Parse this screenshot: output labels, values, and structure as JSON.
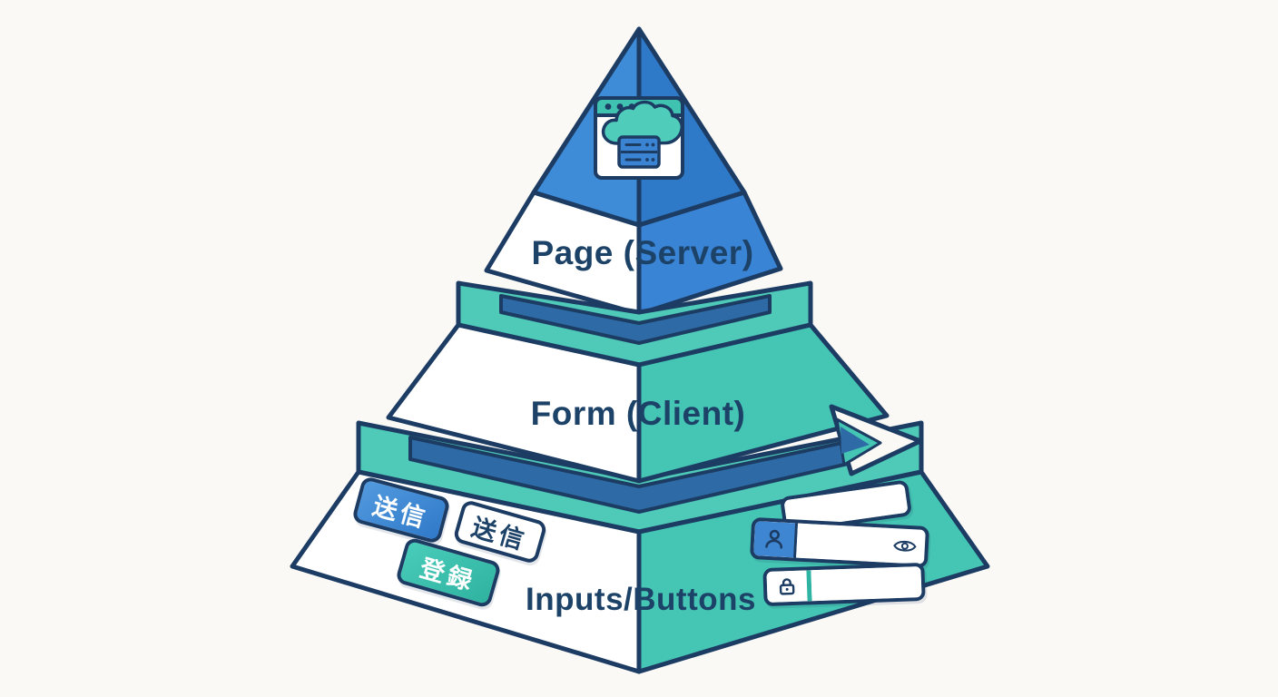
{
  "diagram": {
    "type": "layered-pyramid",
    "tiers": [
      {
        "id": "page-server",
        "label": "Page (Server)",
        "left_face_color": "#ffffff",
        "right_face_color": "#3a84d6"
      },
      {
        "id": "form-client",
        "label": "Form (Client)",
        "left_face_color": "#ffffff",
        "right_face_color": "#45c6b4"
      },
      {
        "id": "inputs-buttons",
        "label": "Inputs/Buttons",
        "left_face_color": "#ffffff",
        "right_face_color": "#45c6b4"
      }
    ],
    "apex_icon": {
      "name": "browser-window-cloud-server",
      "browser_dots": 3
    },
    "buttons": [
      {
        "label": "送信",
        "variant": "blue"
      },
      {
        "label": "送信",
        "variant": "white-outline"
      },
      {
        "label": "登録",
        "variant": "teal"
      }
    ],
    "inputs": [
      {
        "name": "text-field",
        "value": "",
        "icons": []
      },
      {
        "name": "username-field",
        "value": "",
        "icons": [
          "user-icon",
          "eye-icon"
        ]
      },
      {
        "name": "password-field",
        "value": "",
        "icons": [
          "lock-icon"
        ]
      }
    ],
    "colors": {
      "outline": "#1c3c63",
      "label_text": "#1d4268",
      "apex_left_blue": "#3e8cd8",
      "apex_right_blue": "#2f79c9",
      "tier1_right_blue": "#3a84d6",
      "teal_face": "#45c6b4",
      "band_teal": "#4fcab8",
      "band_inner_blue": "#2e6ba6",
      "button_blue": "#3f8cd9",
      "button_teal": "#3bc4b1",
      "background": "#faf9f6"
    }
  }
}
